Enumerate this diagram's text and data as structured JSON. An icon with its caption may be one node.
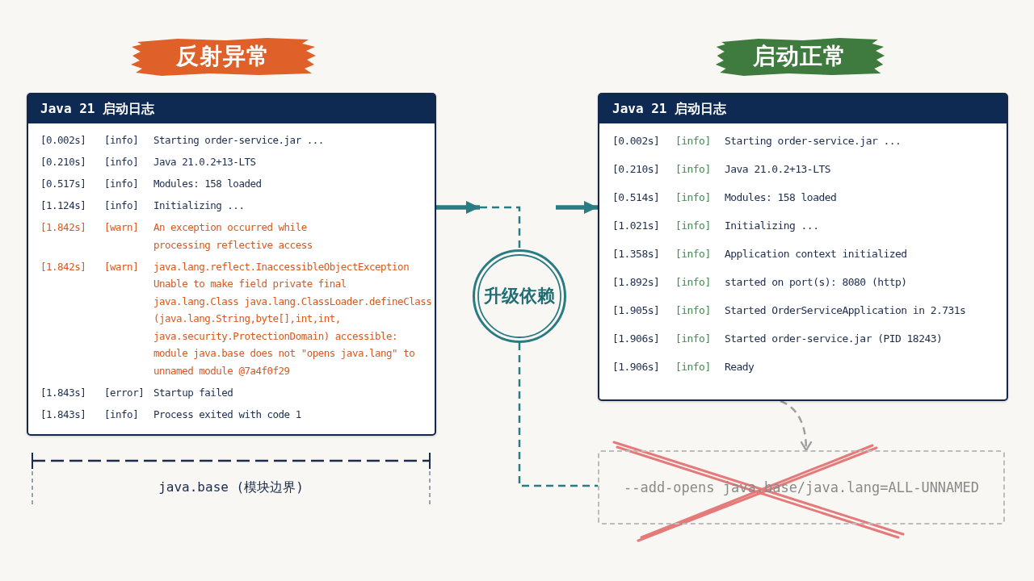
{
  "diagram": {
    "nodes": [
      {
        "text": [
          "反射异常"
        ]
      },
      {
        "text": [
          "Java 21 启动日志",
          "[0.002s]",
          "[info]",
          "Starting order-service.jar ...",
          "[0.210s]",
          "[info]",
          "Java 21.0.2+13-LTS",
          "[0.517s]",
          "[info]",
          "Modules: 158 loaded",
          "[1.124s]",
          "[info]",
          "Initializing ...",
          "[1.842s]",
          "[warn]",
          "An exception occurred while processing reflective access",
          "[1.842s]",
          "[warn]",
          "java.lang.reflect.InaccessibleObjectException Unable to make field private final java.lang.Class java.lang.ClassLoader.defineClass (java.lang.String,byte[],int,int, java.security.ProtectionDomain) accessible: module java.base does not \"opens java.lang\" to unnamed module @7a4f0f29",
          "[1.843s]",
          "[error]",
          "Startup failed",
          "[1.843s]",
          "[info]",
          "Process exited with code 1"
        ]
      },
      {
        "text": [
          "启动正常"
        ]
      },
      {
        "text": [
          "Java 21 启动日志",
          "[0.002s]",
          "[info]",
          "Starting order-service.jar ...",
          "[0.210s]",
          "[info]",
          "Java 21.0.2+13-LTS",
          "[0.514s]",
          "[info]",
          "Modules: 158 loaded",
          "[1.021s]",
          "[info]",
          "Initializing ...",
          "[1.358s]",
          "[info]",
          "Application context initialized",
          "[1.892s]",
          "[info]",
          "started on port(s): 8080 (http)",
          "[1.905s]",
          "[info]",
          "Started OrderServiceApplication in 2.731s",
          "[1.906s]",
          "[info]",
          "Started order-service.jar (PID 18243)",
          "[1.906s]",
          "[info]",
          "Ready"
        ]
      },
      {
        "text": [
          "升级依赖"
        ]
      },
      {
        "text": [
          "--add-opens java.base/java.lang=ALL-UNNAMED"
        ]
      }
    ],
    "edges": [
      {
        "from": 1,
        "to": null,
        "arrow": "to",
        "style": "thick"
      },
      {
        "from": null,
        "to": 4,
        "arrow": "none",
        "style": "dashed"
      },
      {
        "from": null,
        "to": 3,
        "arrow": "to",
        "style": "thick"
      },
      {
        "from": 4,
        "to": 5,
        "arrow": "none",
        "style": "dashed"
      },
      {
        "from": 3,
        "to": 5,
        "arrow": "to",
        "style": "dashed",
        "color": "#9e9e9e"
      }
    ],
    "labels": [
      "java.base (模块边界)"
    ]
  }
}
